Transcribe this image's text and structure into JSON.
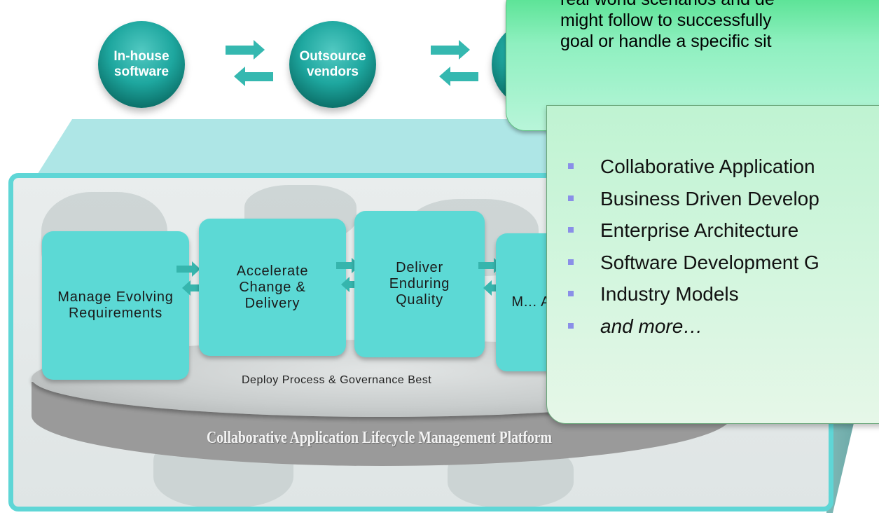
{
  "spheres": [
    {
      "label": "In-house software"
    },
    {
      "label": "Outsource vendors"
    }
  ],
  "process_boxes": [
    {
      "label": "Manage Evolving Requirements"
    },
    {
      "label": "Accelerate Change & Delivery"
    },
    {
      "label": "Deliver Enduring Quality"
    },
    {
      "label": "M... Arc..."
    }
  ],
  "process_label": "Deploy Process & Governance Best",
  "platform_label": "Collaborative Application Lifecycle Management Platform",
  "callout": {
    "top_text": [
      "real world scenarios and de",
      "might follow to successfully",
      "goal or handle a specific sit"
    ],
    "bullets": [
      "Collaborative Application",
      "Business Driven Develop",
      "Enterprise Architecture",
      "Software Development G",
      "Industry Models",
      "and more…"
    ]
  }
}
